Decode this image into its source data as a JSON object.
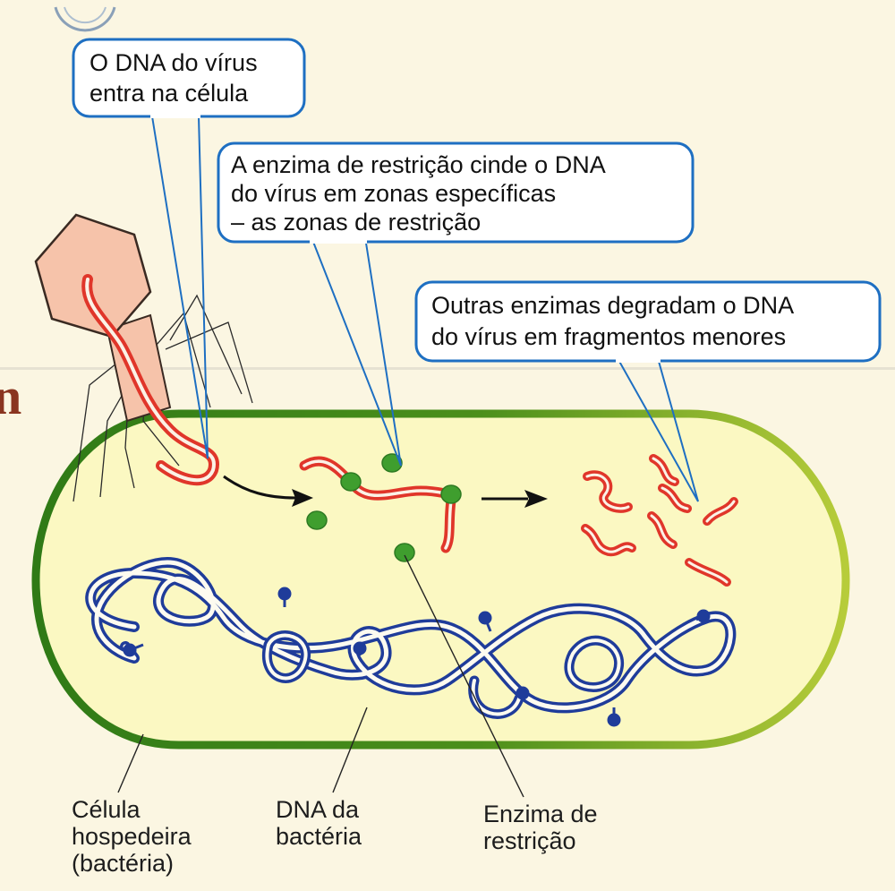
{
  "callouts": {
    "dna_enters": [
      "O DNA do vírus",
      "entra na célula"
    ],
    "restriction_cut": [
      "A enzima de restrição cinde o DNA",
      "do vírus em zonas específicas",
      "– as zonas de restrição"
    ],
    "degradation": [
      "Outras enzimas degradam o DNA",
      "do vírus em fragmentos menores"
    ]
  },
  "labels": {
    "host_cell": [
      "Célula",
      "hospedeira",
      "(bactéria)"
    ],
    "bacterial_dna": [
      "DNA da",
      "bactéria"
    ],
    "restriction_enzyme": [
      "Enzima de",
      "restrição"
    ]
  },
  "edge_letter": "n",
  "colors": {
    "background": "#fbf6e2",
    "cell_fill": "#fbf8c2",
    "cell_border_dark": "#2f7a16",
    "cell_border_light": "#b7cc3a",
    "viral_dna": "#e0362a",
    "bacterial_dna": "#1f3c9a",
    "enzyme": "#3f9e2e",
    "phage_head": "#f6c3aa",
    "callout_border": "#1e6fc2"
  },
  "icons": [
    "bacteriophage-icon",
    "arrow-right-icon",
    "restriction-enzyme-icon"
  ]
}
